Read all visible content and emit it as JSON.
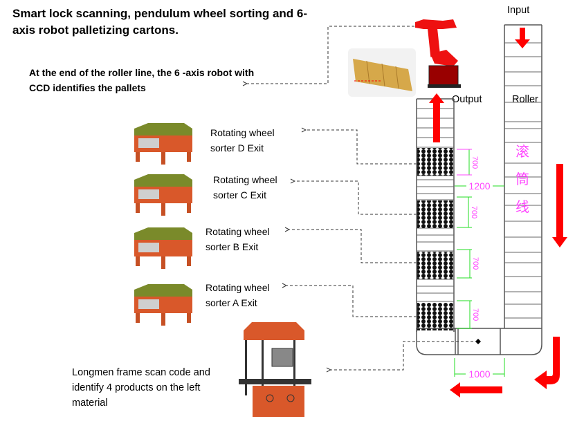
{
  "title": "Smart lock scanning, pendulum wheel sorting and 6-axis robot palletizing cartons.",
  "robot_note": "At the end of the roller line, the 6 -axis robot with CCD identifies the pallets",
  "sorters": [
    {
      "id": "D",
      "label_line1": "Rotating wheel",
      "label_line2": "sorter D Exit"
    },
    {
      "id": "C",
      "label_line1": "Rotating wheel",
      "label_line2": "sorter C Exit"
    },
    {
      "id": "B",
      "label_line1": "Rotating wheel",
      "label_line2": "sorter B Exit"
    },
    {
      "id": "A",
      "label_line1": "Rotating wheel",
      "label_line2": "sorter A Exit"
    }
  ],
  "scan_note": "Longmen frame scan code and identify 4 products on the left material",
  "layout_labels": {
    "input": "Input",
    "output": "Output",
    "roller": "Roller",
    "roller_cn": [
      "滚",
      "筒",
      "线"
    ]
  },
  "dimensions": {
    "sorter_length": "700",
    "line_spacing": "1200",
    "turn_width": "1000"
  },
  "colors": {
    "arrow": "#ff0000",
    "dimension_text": "#ff44ff",
    "dimension_line": "#22dd22",
    "machine_orange": "#d9582a",
    "conveyor_line": "#555555"
  }
}
